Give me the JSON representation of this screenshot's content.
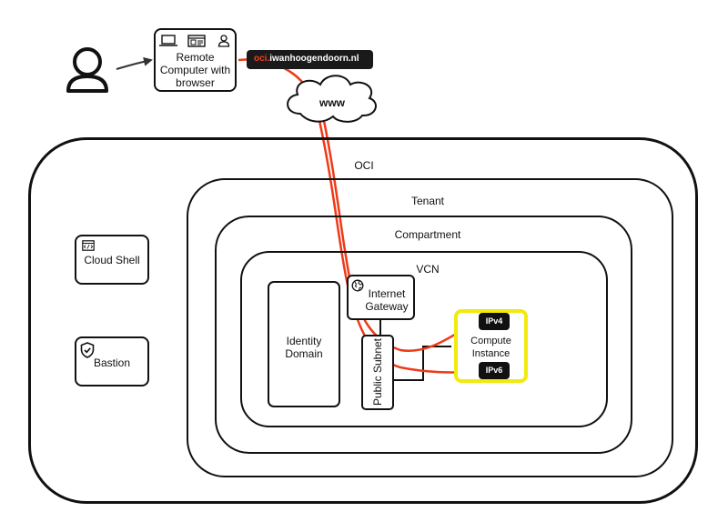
{
  "remote": {
    "label_line1": "Remote",
    "label_line2": "Computer with",
    "label_line3": "browser"
  },
  "url": {
    "prefix": "oci.",
    "domain": "iwanhoogendoorn.nl"
  },
  "cloud": {
    "label": "www"
  },
  "oci": {
    "label": "OCI"
  },
  "tenant": {
    "label": "Tenant"
  },
  "compartment": {
    "label": "Compartment"
  },
  "vcn": {
    "label": "VCN"
  },
  "cloud_shell": {
    "label": "Cloud Shell"
  },
  "bastion": {
    "label": "Bastion"
  },
  "identity": {
    "line1": "Identity",
    "line2": "Domain"
  },
  "gateway": {
    "line1": "Internet",
    "line2": "Gateway"
  },
  "subnet": {
    "label": "Public Subnet"
  },
  "compute": {
    "line1": "Compute",
    "line2": "Instance"
  },
  "ip": {
    "v4": "IPv4",
    "v6": "IPv6"
  },
  "colors": {
    "flow": "#ee3a18",
    "highlight": "#f2ea0c",
    "stroke": "#111111"
  }
}
